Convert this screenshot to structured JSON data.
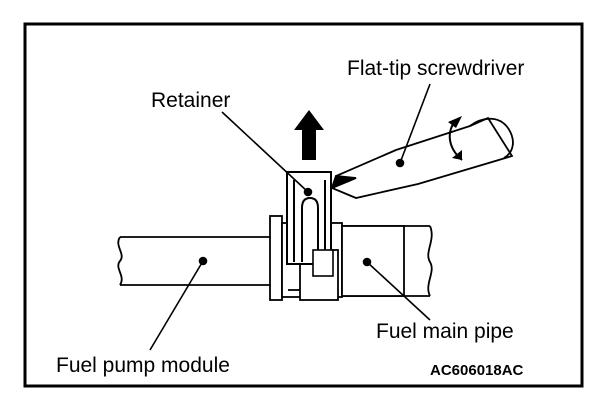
{
  "labels": {
    "screwdriver": "Flat-tip screwdriver",
    "retainer": "Retainer",
    "fuel_main_pipe": "Fuel main pipe",
    "fuel_pump_module": "Fuel pump module"
  },
  "figure_code": "AC606018AC",
  "colors": {
    "ink": "#000000",
    "paper": "#ffffff"
  }
}
